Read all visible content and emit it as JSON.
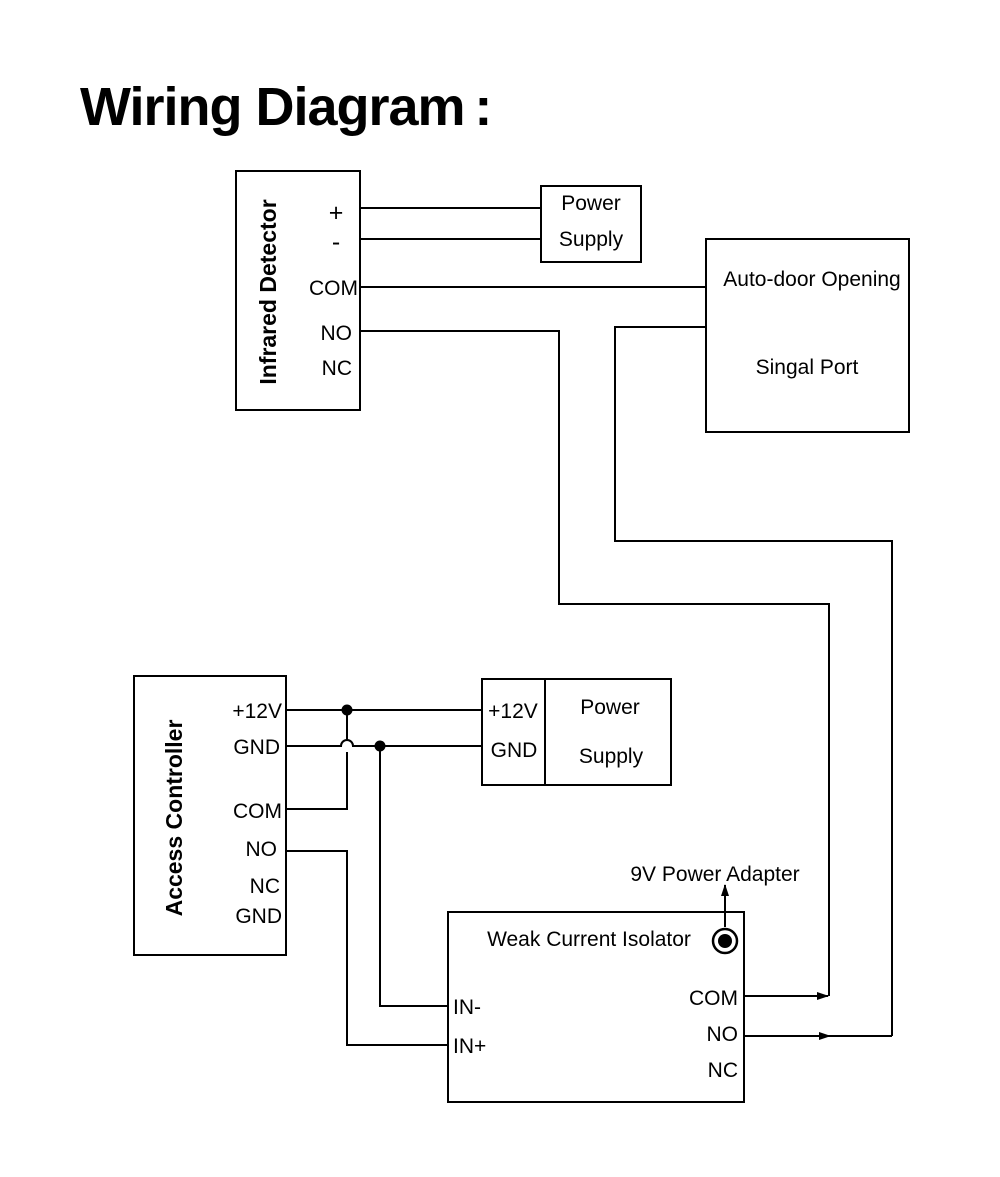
{
  "title": "Wiring Diagram :",
  "infrared_detector": {
    "name": "Infrared Detector",
    "pins": [
      "+",
      "-",
      "COM",
      "NO",
      "NC"
    ]
  },
  "power_supply_top": {
    "line1": "Power",
    "line2": "Supply"
  },
  "auto_door": {
    "line1": "Auto-door Opening",
    "line2": "Singal Port"
  },
  "access_controller": {
    "name": "Access Controller",
    "pins": [
      "+12V",
      "GND",
      "COM",
      "NO",
      "NC",
      "GND"
    ]
  },
  "power_supply_bottom": {
    "pins": [
      "+12V",
      "GND"
    ],
    "line1": "Power",
    "line2": "Supply"
  },
  "power_adapter": {
    "label": "9V Power Adapter"
  },
  "weak_current_isolator": {
    "name": "Weak Current Isolator",
    "inputs": [
      "IN-",
      "IN+"
    ],
    "outputs": [
      "COM",
      "NO",
      "NC"
    ]
  }
}
